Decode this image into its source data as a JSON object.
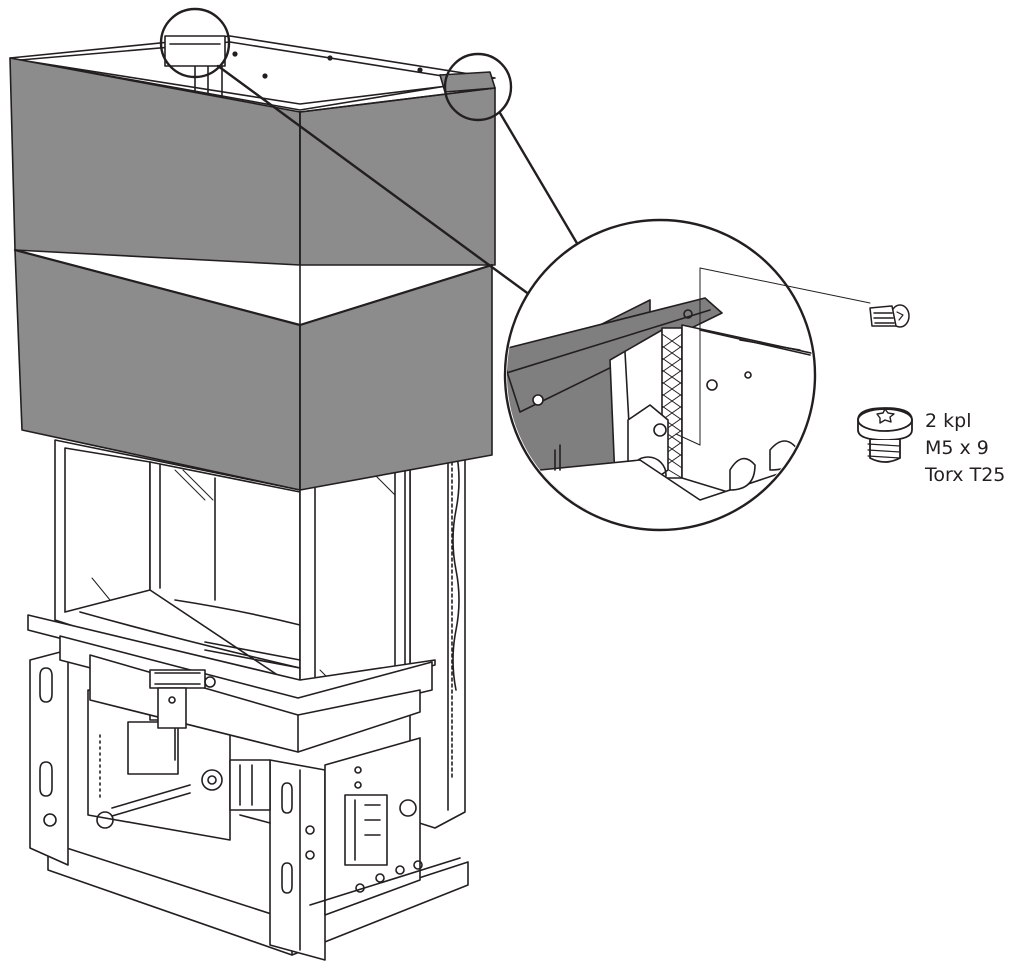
{
  "colors": {
    "stroke": "#231f20",
    "panel": "#8c8c8c",
    "panel_shade": "#7f7f7f",
    "background": "#ffffff"
  },
  "icons": [
    "screw-icon",
    "detail-magnifier-circle"
  ],
  "callout": {
    "quantity": "2 kpl",
    "size": "M5 x 9",
    "drive": "Torx T25"
  }
}
